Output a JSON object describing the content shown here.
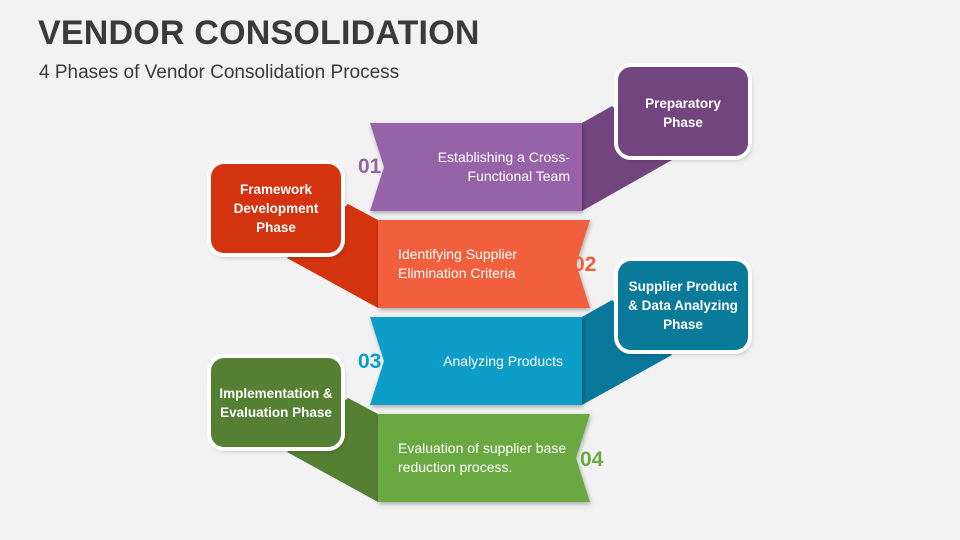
{
  "header": {
    "title": "VENDOR CONSOLIDATION",
    "subtitle": "4 Phases of Vendor Consolidation Process"
  },
  "colors": {
    "purple": "#9763a8",
    "purple_dark": "#73457f",
    "orange": "#f15e3c",
    "red_dark": "#d4330f",
    "blue": "#0a9dc9",
    "blue_dark": "#08779a",
    "green": "#6aa842",
    "green_dark": "#557f33"
  },
  "steps": [
    {
      "number": "01",
      "text": "Establishing a Cross-Functional Team",
      "phase": "Preparatory Phase"
    },
    {
      "number": "02",
      "text": "Identifying Supplier Elimination Criteria",
      "phase": "Framework Development Phase"
    },
    {
      "number": "03",
      "text": "Analyzing Products",
      "phase": "Supplier Product & Data Analyzing Phase"
    },
    {
      "number": "04",
      "text": "Evaluation of supplier base reduction process.",
      "phase": "Implementation & Evaluation Phase"
    }
  ]
}
